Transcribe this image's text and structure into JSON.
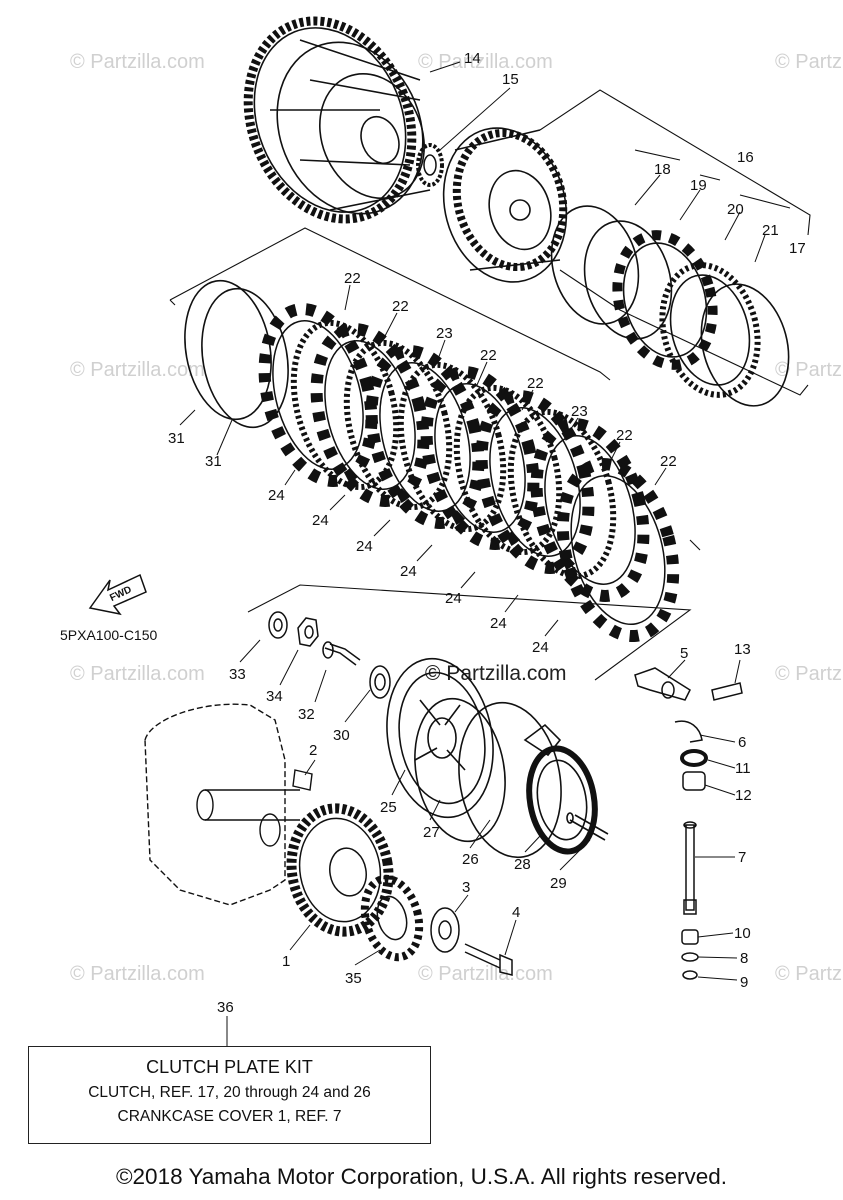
{
  "diagram": {
    "drawing_code": "5PXA100-C150",
    "fwd_label": "FWD",
    "watermark_text": "© Partzilla.com",
    "callouts": {
      "c1": "1",
      "c2": "2",
      "c3": "3",
      "c4": "4",
      "c5": "5",
      "c6": "6",
      "c7": "7",
      "c8": "8",
      "c9": "9",
      "c10": "10",
      "c11": "11",
      "c12": "12",
      "c13": "13",
      "c14": "14",
      "c15": "15",
      "c16": "16",
      "c17": "17",
      "c18": "18",
      "c19": "19",
      "c20": "20",
      "c21": "21",
      "c22": "22",
      "c23": "23",
      "c24": "24",
      "c25": "25",
      "c26": "26",
      "c27": "27",
      "c28": "28",
      "c29": "29",
      "c30": "30",
      "c31": "31",
      "c32": "32",
      "c33": "33",
      "c34": "34",
      "c35": "35",
      "c36": "36"
    },
    "kit_box": {
      "title": "CLUTCH PLATE KIT",
      "line1": "CLUTCH, REF. 17, 20 through 24 and 26",
      "line2": "CRANKCASE COVER 1, REF. 7"
    }
  },
  "footer": {
    "copyright": "©2018 Yamaha Motor Corporation, U.S.A. All rights reserved."
  }
}
